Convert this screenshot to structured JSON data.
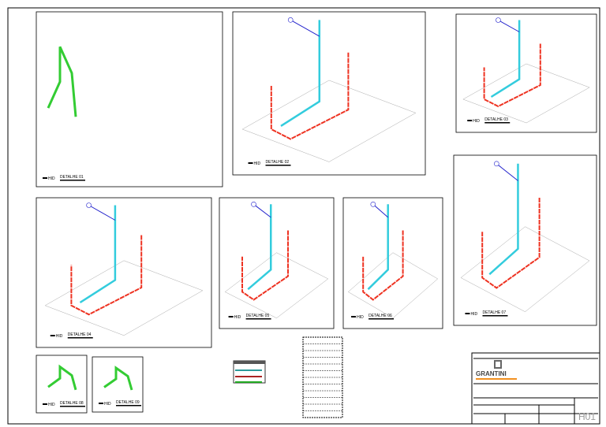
{
  "sheet": {
    "code": "H01",
    "company": "GRANTINI",
    "discipline_tag": "HID"
  },
  "details": [
    {
      "label": "DETALHE 01"
    },
    {
      "label": "DETALHE 02"
    },
    {
      "label": "DETALHE 03"
    },
    {
      "label": "DETALHE 04"
    },
    {
      "label": "DETALHE 05"
    },
    {
      "label": "DETALHE 06"
    },
    {
      "label": "DETALHE 07"
    },
    {
      "label": "DETALHE 08"
    },
    {
      "label": "DETALHE 09"
    }
  ],
  "colors": {
    "cold_water": "#33ccdd",
    "hot_water": "#ee3322",
    "vent": "#2222cc",
    "drain": "#33cc33",
    "frame": "#000000"
  }
}
